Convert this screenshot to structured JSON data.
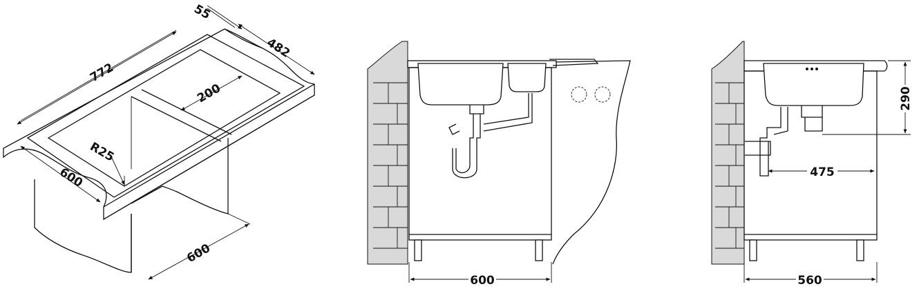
{
  "dimensions": {
    "length": "772",
    "flange": "55",
    "depth_top": "482",
    "bowl_width": "200",
    "radius": "R25",
    "width_front": "600",
    "cabinet_depth_iso": "600",
    "cabinet_width_front": "600",
    "cabinet_width_side": "560",
    "drain_offset": "475",
    "sink_height": "290"
  },
  "colors": {
    "line": "#111111",
    "background": "#ffffff",
    "wall": "#d9d9d9"
  }
}
